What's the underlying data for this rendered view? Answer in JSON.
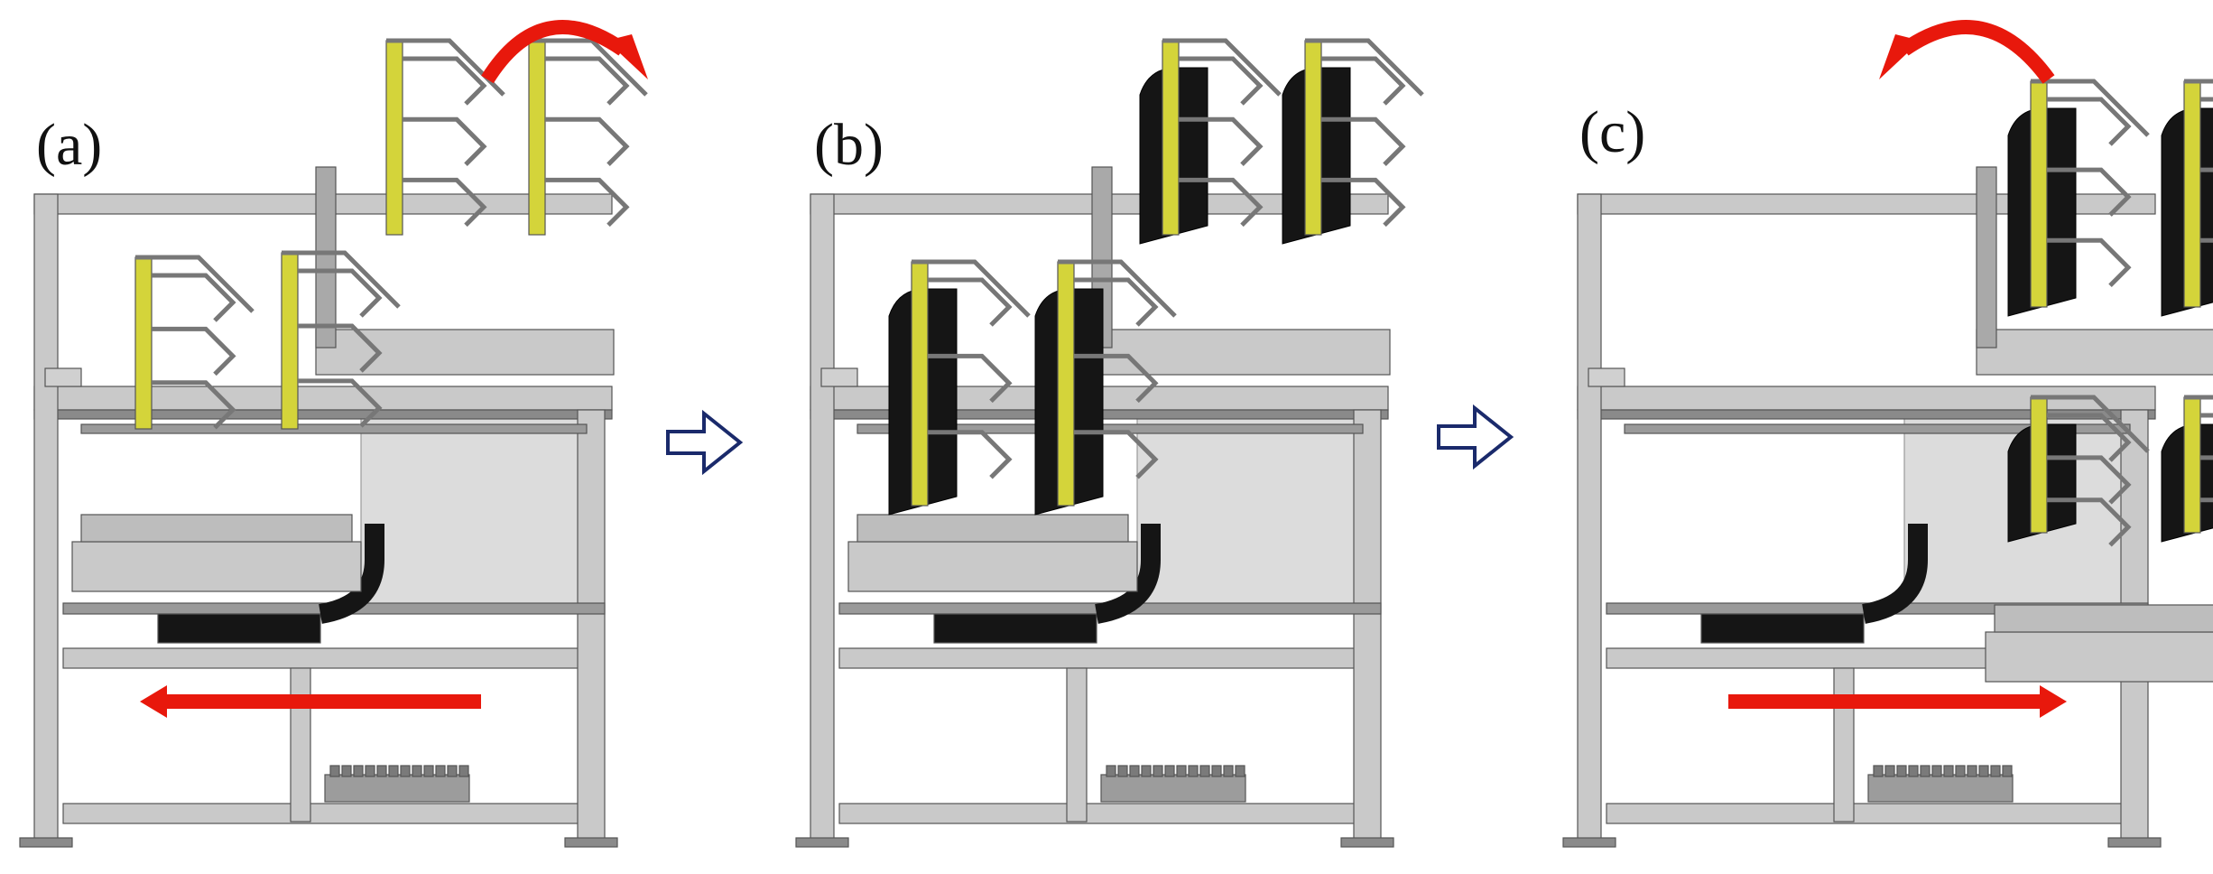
{
  "panels": [
    {
      "label": "(a)",
      "motion": "left",
      "rotation": "clockwise",
      "state": "empty-racks-upper"
    },
    {
      "label": "(b)",
      "motion": "none",
      "rotation": "none",
      "state": "loaded"
    },
    {
      "label": "(c)",
      "motion": "right",
      "rotation": "counter-clockwise",
      "state": "loaded-upper"
    }
  ],
  "colors": {
    "frame": "#c9c9c9",
    "frame_dark": "#8a8a8a",
    "yellow_rail": "#d4d43a",
    "black_part": "#151515",
    "red_arrow": "#e8180c",
    "flow_arrow": "#1a2a6b",
    "background_panel": "#dcdcdc"
  },
  "icons": {
    "step_arrow": "hollow-right-arrow-icon",
    "linear_motion": "red-straight-arrow-icon",
    "rotation": "red-curved-arrow-icon"
  }
}
